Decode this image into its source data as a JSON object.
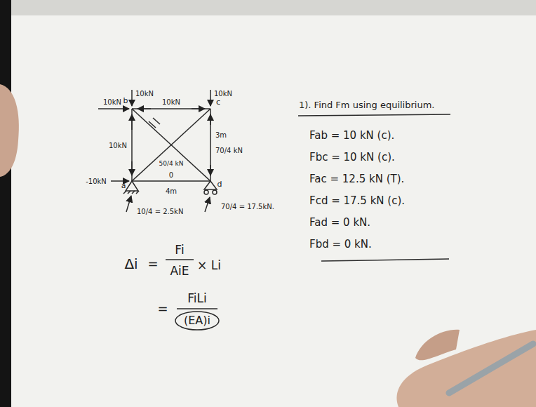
{
  "diagram": {
    "title": "1). Find Fm using equilibrium.",
    "labels": [
      "10kN",
      "10kN",
      "10kN",
      "b",
      "c",
      "10kN",
      "10kN",
      "3m",
      "70/4 kN",
      "50/4 kN",
      "0",
      "4m",
      "a",
      "d",
      "-10kN",
      "10/4 = 2.5kN",
      "70/4 = 17.5kN.",
      "Fab = 10 kN (c).",
      "Fbc = 10 kN (c).",
      "Fac = 12.5 kN (T).",
      "Fcd = 17.5 kN (c).",
      "Fad = 0 kN.",
      "Fbd = 0 kN.",
      "Δi",
      "=",
      "Fi",
      "AiE",
      "× Li",
      "=",
      "FiLi",
      "(EA)i"
    ]
  }
}
